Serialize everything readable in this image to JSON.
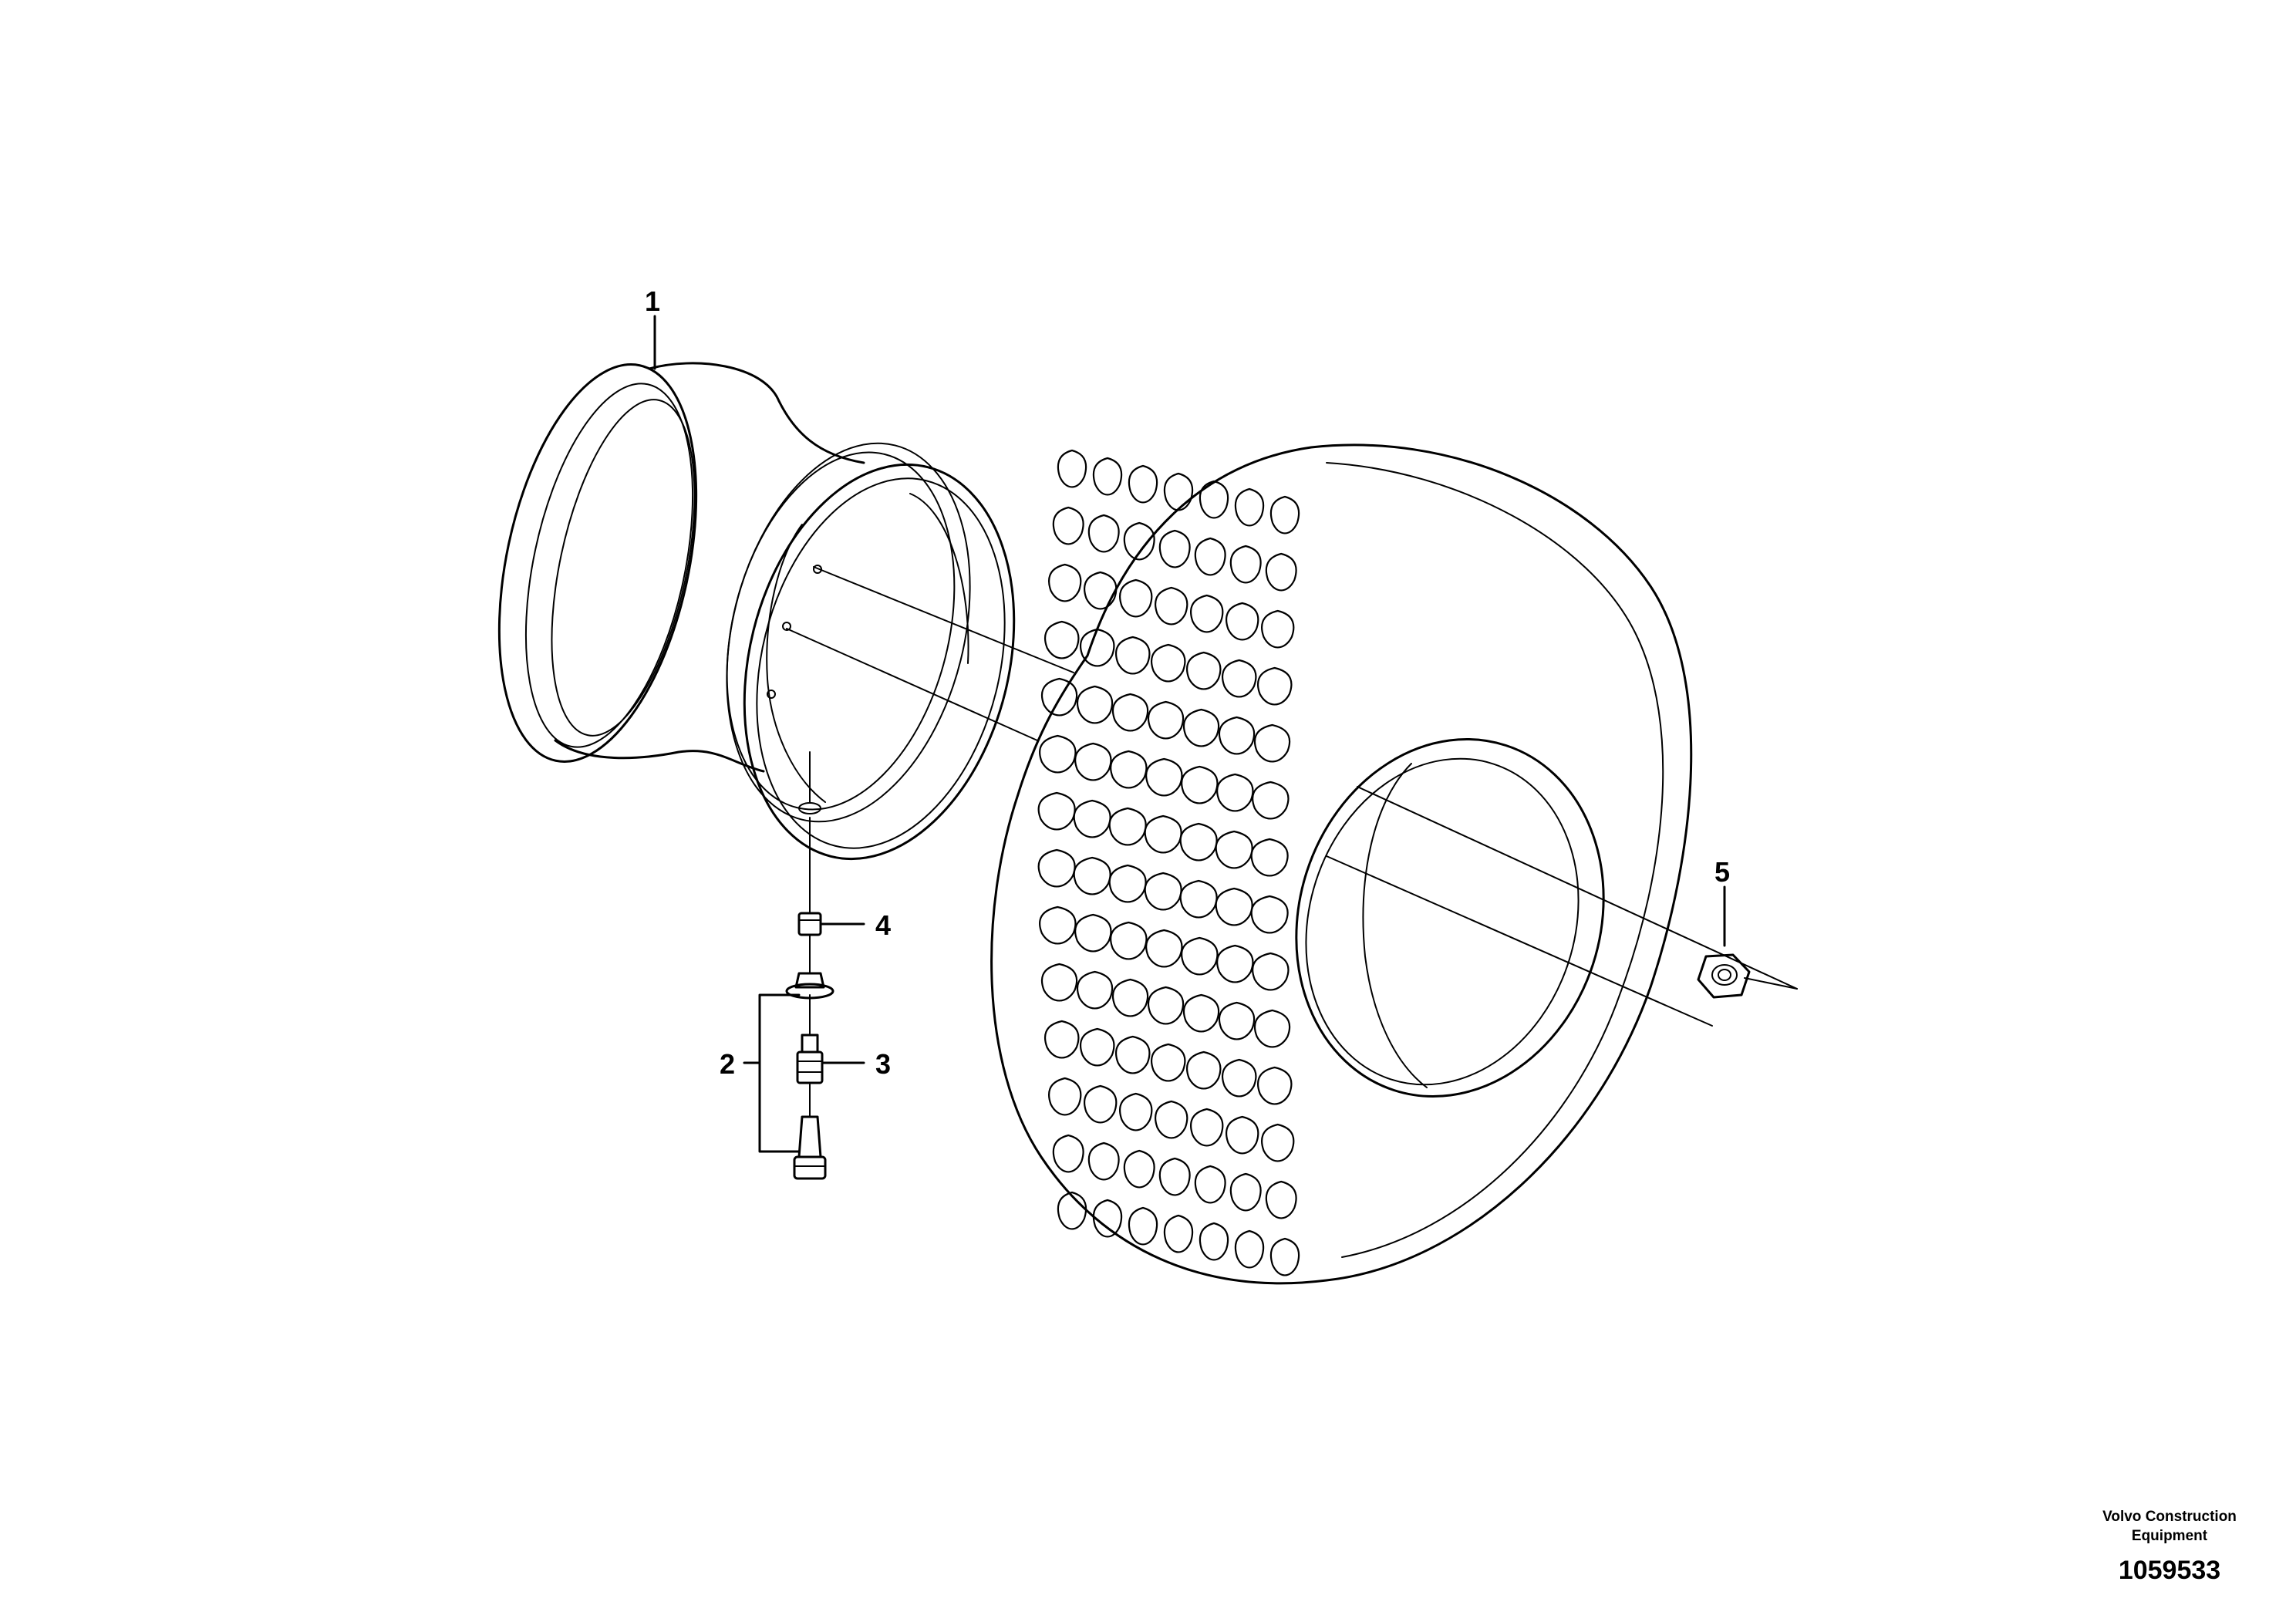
{
  "callouts": {
    "c1": "1",
    "c2": "2",
    "c3": "3",
    "c4": "4",
    "c5": "5"
  },
  "footer": {
    "brand_line1": "Volvo Construction",
    "brand_line2": "Equipment",
    "doc_number": "1059533"
  },
  "parts": [
    "rim",
    "valve-assembly",
    "valve-core",
    "valve-cap",
    "wheel-nut",
    "tire"
  ],
  "colors": {
    "line": "#000000",
    "background": "#ffffff"
  }
}
